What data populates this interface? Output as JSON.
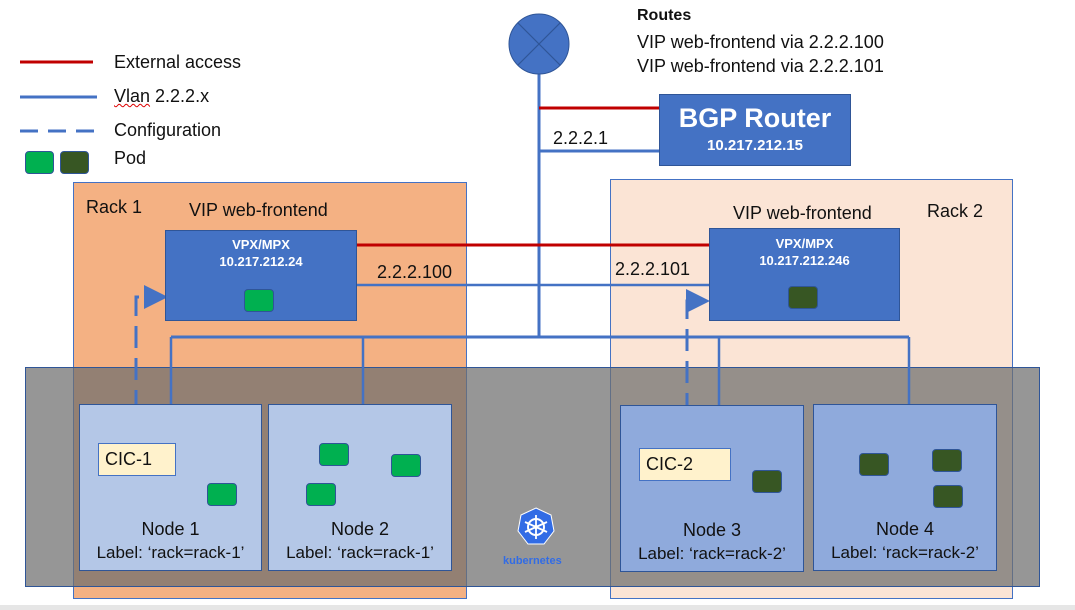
{
  "legend": {
    "items": [
      {
        "label": "External access",
        "style": "solid",
        "color": "#c00000"
      },
      {
        "label": "Vlan 2.2.2.x",
        "style": "solid",
        "color": "#4472c4"
      },
      {
        "label": "Configuration",
        "style": "dashed",
        "color": "#4472c4"
      },
      {
        "label": "Pod",
        "style": "pod-swatch",
        "colors": [
          "#00b050",
          "#375623"
        ]
      }
    ]
  },
  "routes": {
    "title": "Routes",
    "lines": [
      "VIP web-frontend via 2.2.2.100",
      "VIP web-frontend via 2.2.2.101"
    ]
  },
  "internet": {
    "icon": "router-cross-icon",
    "color": "#4472c4"
  },
  "bgp_router": {
    "title": "BGP Router",
    "ip": "10.217.212.15",
    "link_label": "2.2.2.1"
  },
  "racks": [
    {
      "label": "Rack 1",
      "vip_label": "VIP web-frontend",
      "vpx": {
        "title": "VPX/MPX",
        "ip": "10.217.212.24",
        "pod_color": "#00b050"
      },
      "vlan_ip": "2.2.2.100",
      "background": "#f4b183"
    },
    {
      "label": "Rack 2",
      "vip_label": "VIP web-frontend",
      "vpx": {
        "title": "VPX/MPX",
        "ip": "10.217.212.246",
        "pod_color": "#375623"
      },
      "vlan_ip": "2.2.2.101",
      "background": "#fbe4d5"
    }
  ],
  "nodes": [
    {
      "name": "Node 1",
      "label": "Label: ‘rack=rack-1’",
      "cic": "CIC-1",
      "pods": 1,
      "pod_shade": "light"
    },
    {
      "name": "Node 2",
      "label": "Label: ‘rack=rack-1’",
      "cic": null,
      "pods": 3,
      "pod_shade": "light"
    },
    {
      "name": "Node 3",
      "label": "Label: ‘rack=rack-2’",
      "cic": "CIC-2",
      "pods": 1,
      "pod_shade": "dark"
    },
    {
      "name": "Node 4",
      "label": "Label: ‘rack=rack-2’",
      "cic": null,
      "pods": 3,
      "pod_shade": "dark"
    }
  ],
  "kubernetes": {
    "label": "kubernetes",
    "icon": "kubernetes-helm-icon",
    "color": "#326ce5"
  },
  "colors": {
    "external": "#c00000",
    "vlan": "#4472c4"
  }
}
